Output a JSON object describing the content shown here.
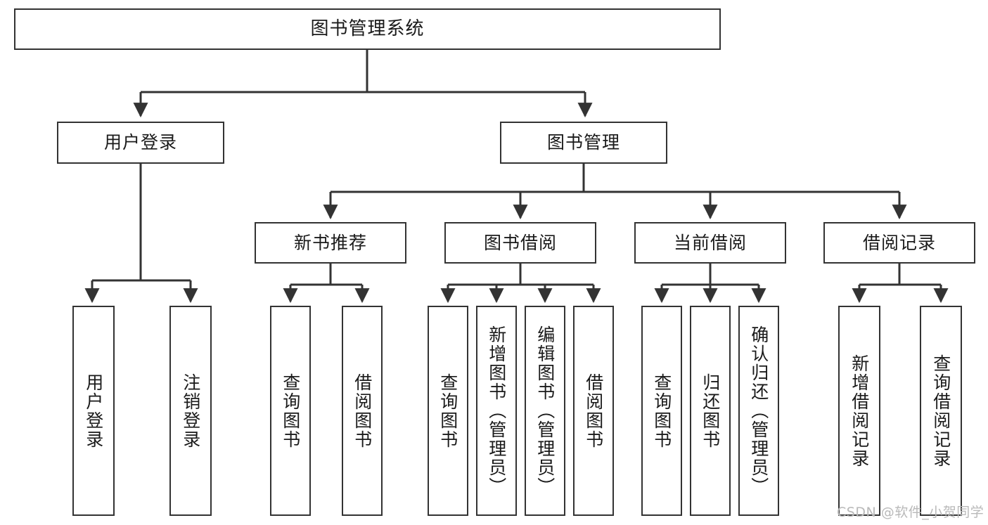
{
  "diagram": {
    "title_box": {
      "label": "图书管理系统"
    },
    "level2": [
      {
        "id": "user-login",
        "label": "用户登录"
      },
      {
        "id": "book-management",
        "label": "图书管理"
      }
    ],
    "level3": [
      {
        "id": "new-book-recommend",
        "label": "新书推荐"
      },
      {
        "id": "book-borrow",
        "label": "图书借阅"
      },
      {
        "id": "current-borrow",
        "label": "当前借阅"
      },
      {
        "id": "borrow-record",
        "label": "借阅记录"
      }
    ],
    "leaves": {
      "user_login": [
        {
          "id": "leaf-user-login",
          "label": "用户登录"
        },
        {
          "id": "leaf-user-logout",
          "label": "注销登录"
        }
      ],
      "new_book_recommend": [
        {
          "id": "leaf-query-book-1",
          "label": "查询图书"
        },
        {
          "id": "leaf-borrow-book-1",
          "label": "借阅图书"
        }
      ],
      "book_borrow": [
        {
          "id": "leaf-query-book-2",
          "label": "查询图书"
        },
        {
          "id": "leaf-add-book",
          "label": "新增图书（管理员）"
        },
        {
          "id": "leaf-edit-book",
          "label": "编辑图书（管理员）"
        },
        {
          "id": "leaf-borrow-book-2",
          "label": "借阅图书"
        }
      ],
      "current_borrow": [
        {
          "id": "leaf-query-book-3",
          "label": "查询图书"
        },
        {
          "id": "leaf-return-book",
          "label": "归还图书"
        },
        {
          "id": "leaf-confirm-return",
          "label": "确认归还（管理员）"
        }
      ],
      "borrow_record": [
        {
          "id": "leaf-add-borrow-record",
          "label": "新增借阅记录"
        },
        {
          "id": "leaf-query-borrow-record",
          "label": "查询借阅记录"
        }
      ]
    }
  },
  "watermark": {
    "text": "CSDN @软件_小贺同学"
  },
  "colors": {
    "border": "#333333",
    "background": "#ffffff",
    "text": "#1a1a1a",
    "watermark": "#b9b9b9"
  }
}
